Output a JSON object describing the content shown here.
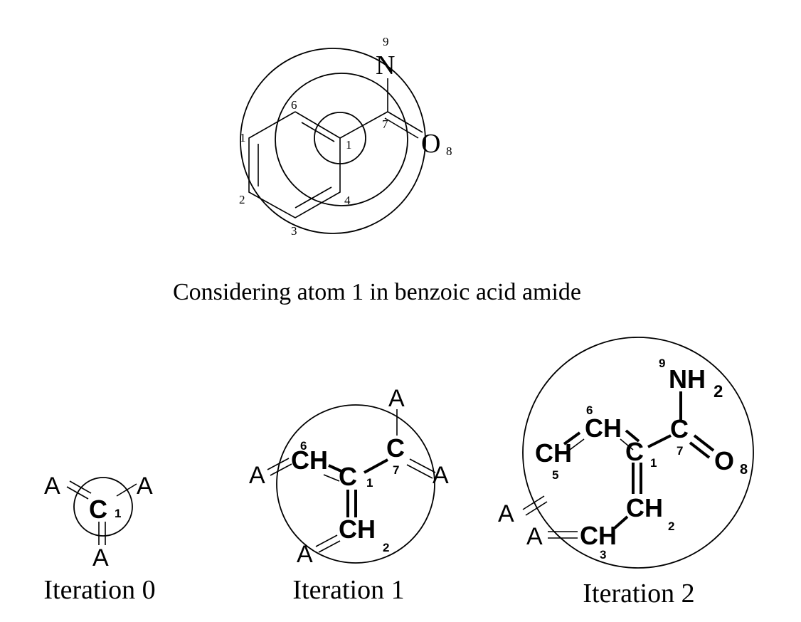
{
  "caption": "Considering atom 1 in benzoic acid amide",
  "top_molecule": {
    "atom_N": "N",
    "atom_O": "O",
    "numbers": {
      "n1": "1",
      "n2": "2",
      "n3": "3",
      "n4": "4",
      "n6": "6",
      "n7": "7",
      "n8": "8",
      "n9": "9",
      "n1b": "1"
    }
  },
  "iteration0": {
    "label": "Iteration 0",
    "atom": "C",
    "sub": "1",
    "a_left": "A",
    "a_right": "A",
    "a_bottom": "A"
  },
  "iteration1": {
    "label": "Iteration 1",
    "ch6": "CH",
    "c1": "C",
    "c7": "C",
    "ch2": "CH",
    "n6": "6",
    "n1": "1",
    "n7": "7",
    "n2": "2",
    "a_top": "A",
    "a_left": "A",
    "a_right": "A",
    "a_bottom": "A"
  },
  "iteration2": {
    "label": "Iteration 2",
    "nh": "NH",
    "nh_sub": "2",
    "n9": "9",
    "ch6": "CH",
    "n6": "6",
    "c7": "C",
    "n7": "7",
    "o": "O",
    "o_sub": "8",
    "ch5": "CH",
    "n5": "5",
    "c1": "C",
    "n1": "1",
    "ch2": "CH",
    "ch2_sub": "2",
    "ch3": "CH",
    "n3": "3",
    "a_left": "A",
    "a_bottom": "A"
  }
}
